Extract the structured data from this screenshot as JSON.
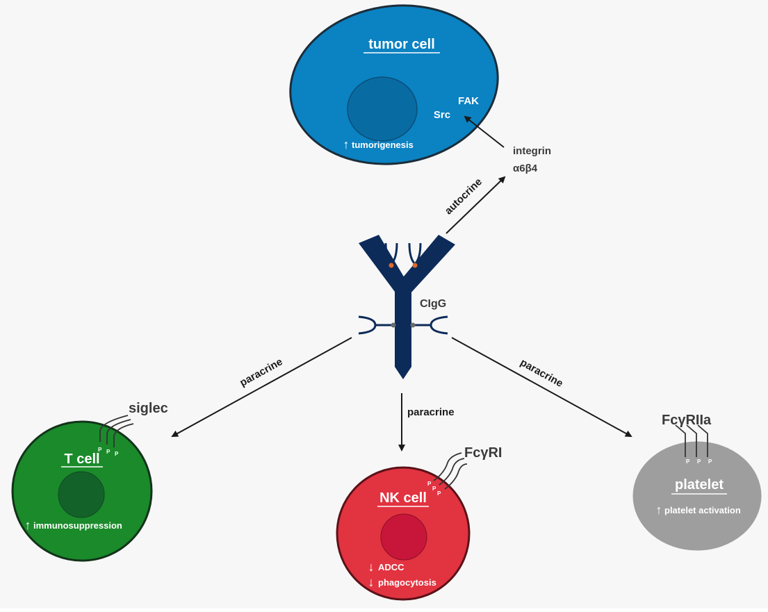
{
  "diagram": {
    "tumor_cell": {
      "title": "tumor cell",
      "fak": "FAK",
      "src": "Src",
      "effect_arrow": "↑",
      "effect": "tumorigenesis",
      "color": "#0b82c2"
    },
    "integrin": {
      "line1": "integrin",
      "line2": "α6β4"
    },
    "antibody": {
      "label": "CIgG",
      "color": "#0c2b59",
      "site_color": "#e06a2c"
    },
    "pathways": {
      "autocrine": "autocrine",
      "paracrine_left": "paracrine",
      "paracrine_mid": "paracrine",
      "paracrine_right": "paracrine"
    },
    "t_cell": {
      "title": "T cell",
      "receptor": "siglec",
      "effect_arrow": "↑",
      "effect": "immunosuppression",
      "color": "#1a8a2a"
    },
    "nk_cell": {
      "title": "NK cell",
      "receptor": "FcγRI",
      "effect1_arrow": "↓",
      "effect1": "ADCC",
      "effect2_arrow": "↓",
      "effect2": "phagocytosis",
      "color": "#e23340"
    },
    "platelet": {
      "title": "platelet",
      "receptor": "FcγRIIa",
      "effect_arrow": "↑",
      "effect": "platelet activation",
      "color": "#9e9e9e"
    },
    "phospho_label": "P"
  }
}
